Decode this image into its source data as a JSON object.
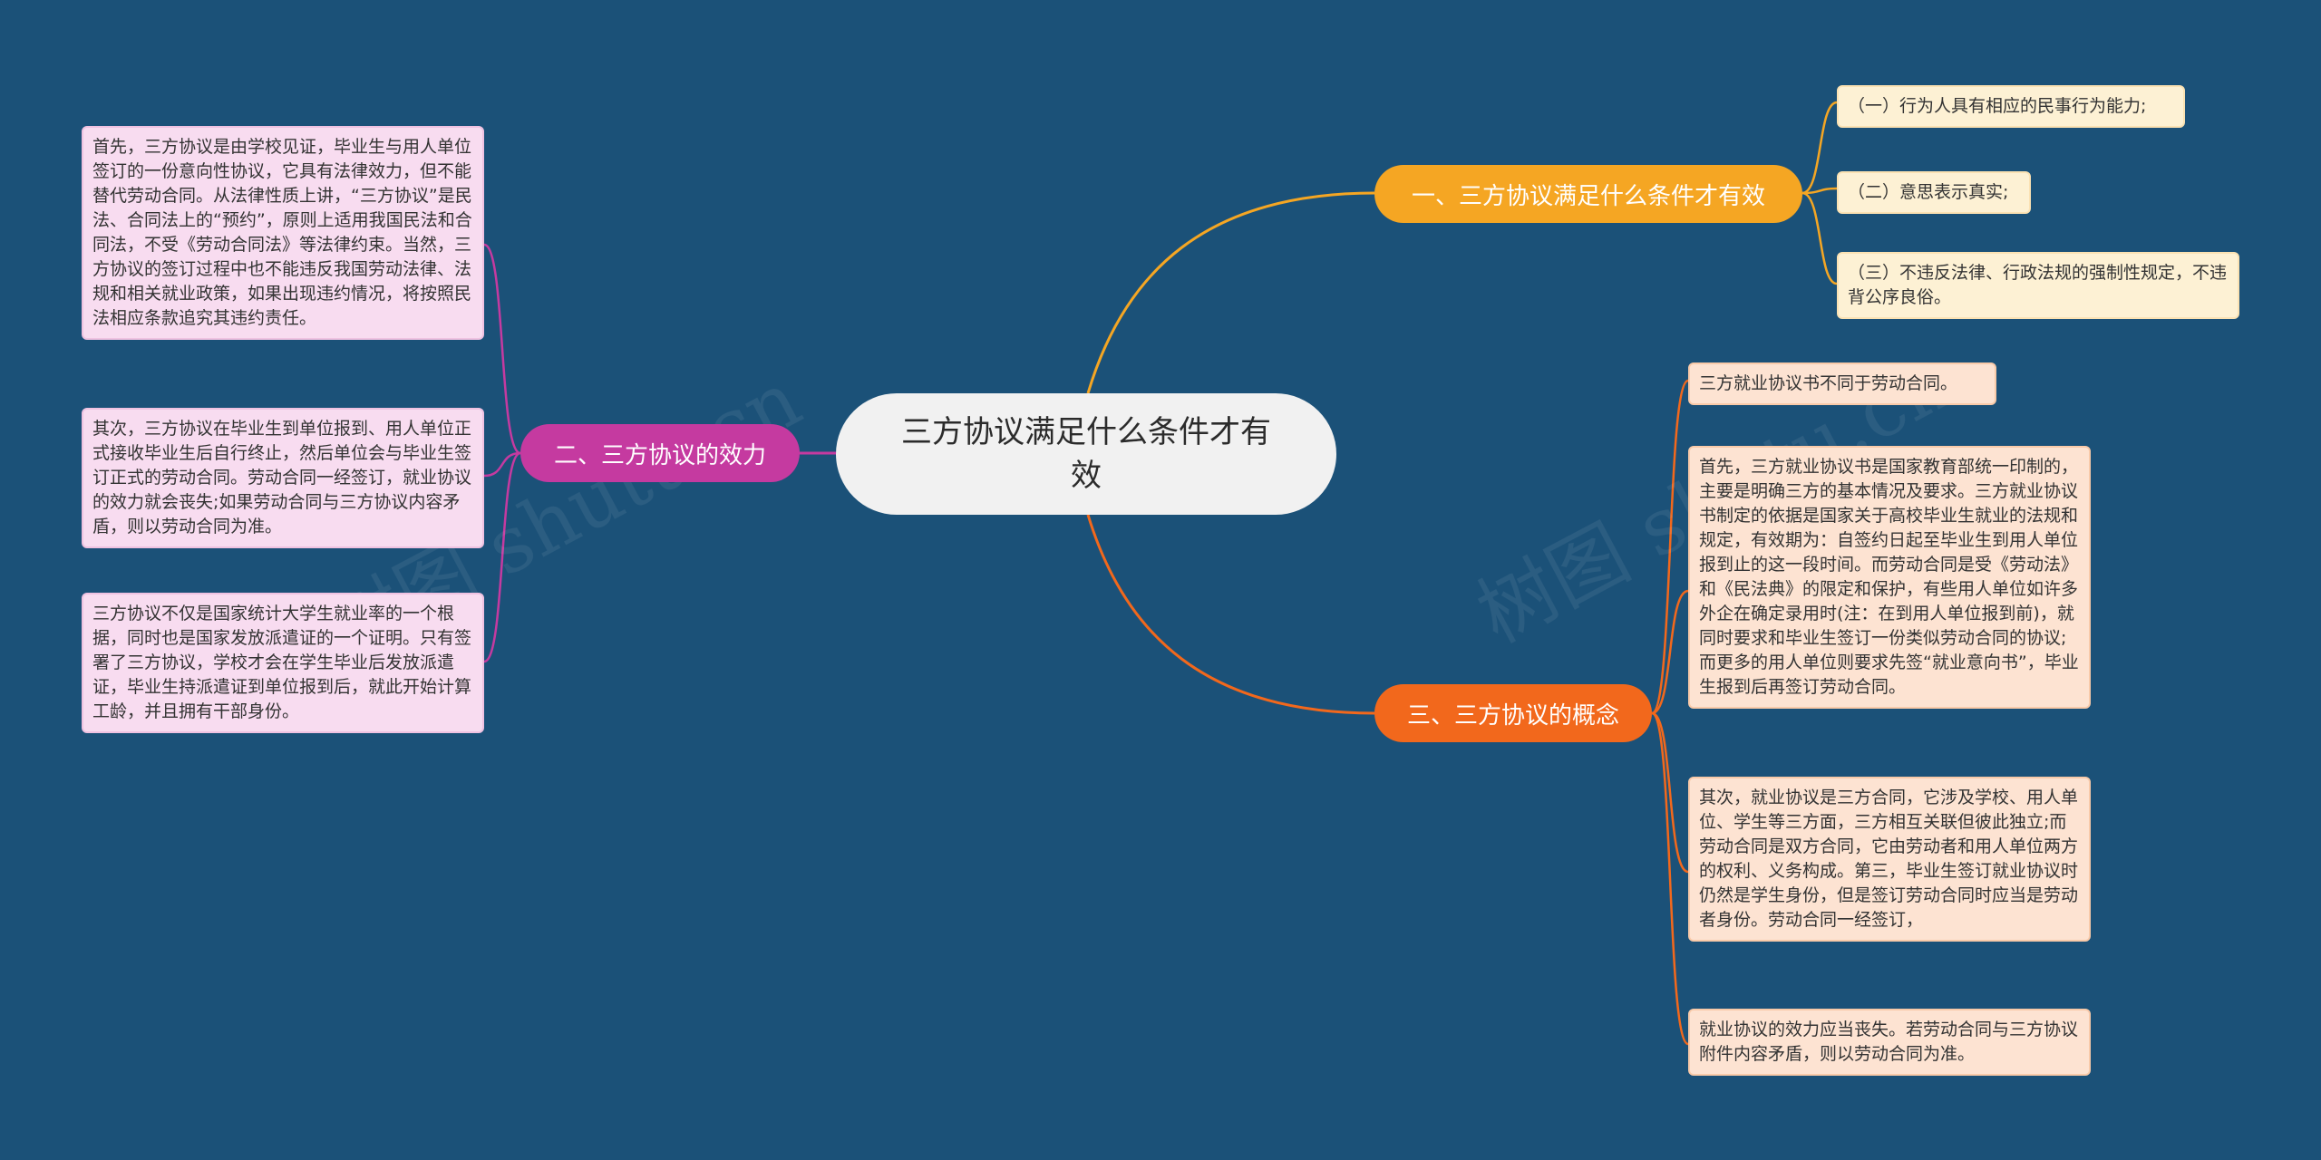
{
  "central": {
    "text": "三方协议满足什么条件才有效"
  },
  "branches": {
    "one": {
      "label": "一、三方协议满足什么条件才有效",
      "color": "#f5a623",
      "items": [
        "（一）行为人具有相应的民事行为能力;",
        "（二）意思表示真实;",
        "（三）不违反法律、行政法规的强制性规定，不违背公序良俗。"
      ]
    },
    "two": {
      "label": "二、三方协议的效力",
      "color": "#c53aa0",
      "items": [
        "首先，三方协议是由学校见证，毕业生与用人单位签订的一份意向性协议，它具有法律效力，但不能替代劳动合同。从法律性质上讲，“三方协议”是民法、合同法上的“预约”，原则上适用我国民法和合同法，不受《劳动合同法》等法律约束。当然，三方协议的签订过程中也不能违反我国劳动法律、法规和相关就业政策，如果出现违约情况，将按照民法相应条款追究其违约责任。",
        "其次，三方协议在毕业生到单位报到、用人单位正式接收毕业生后自行终止，然后单位会与毕业生签订正式的劳动合同。劳动合同一经签订，就业协议的效力就会丧失;如果劳动合同与三方协议内容矛盾，则以劳动合同为准。",
        "三方协议不仅是国家统计大学生就业率的一个根据，同时也是国家发放派遣证的一个证明。只有签署了三方协议，学校才会在学生毕业后发放派遣证，毕业生持派遣证到单位报到后，就此开始计算工龄，并且拥有干部身份。"
      ]
    },
    "three": {
      "label": "三、三方协议的概念",
      "color": "#f2681c",
      "items": [
        "三方就业协议书不同于劳动合同。",
        "首先，三方就业协议书是国家教育部统一印制的，主要是明确三方的基本情况及要求。三方就业协议书制定的依据是国家关于高校毕业生就业的法规和规定，有效期为：自签约日起至毕业生到用人单位报到止的这一段时间。而劳动合同是受《劳动法》和《民法典》的限定和保护，有些用人单位如许多外企在确定录用时(注：在到用人单位报到前)，就同时要求和毕业生签订一份类似劳动合同的协议;而更多的用人单位则要求先签“就业意向书”，毕业生报到后再签订劳动合同。",
        "其次，就业协议是三方合同，它涉及学校、用人单位、学生等三方面，三方相互关联但彼此独立;而劳动合同是双方合同，它由劳动者和用人单位两方的权利、义务构成。第三，毕业生签订就业协议时仍然是学生身份，但是签订劳动合同时应当是劳动者身份。劳动合同一经签订，",
        "就业协议的效力应当丧失。若劳动合同与三方协议附件内容矛盾，则以劳动合同为准。"
      ]
    }
  },
  "watermark": "树图 shutu.cn"
}
